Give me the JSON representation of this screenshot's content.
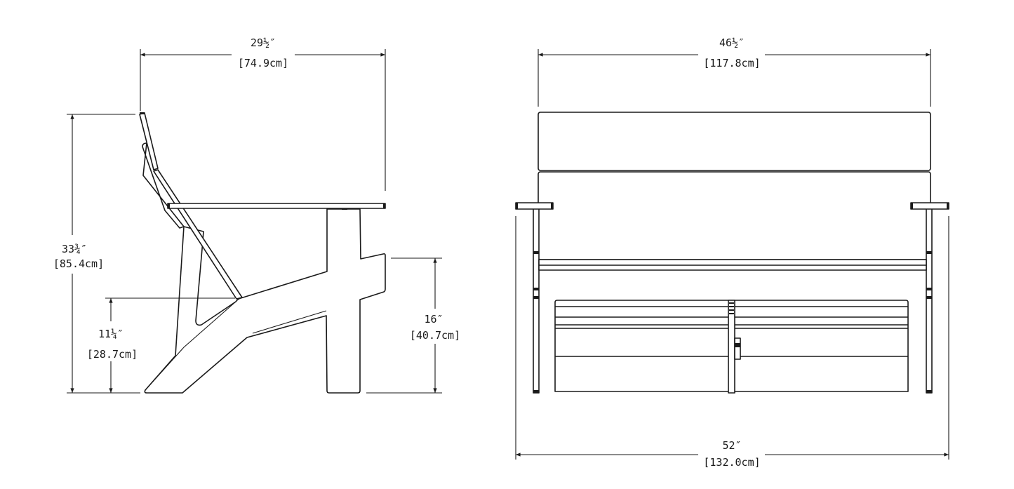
{
  "side_view": {
    "width": {
      "imperial": "29½″",
      "metric": "[74.9cm]"
    },
    "height": {
      "imperial": "33¾″",
      "metric": "[85.4cm]"
    },
    "seat_height_front": {
      "imperial": "11¼″",
      "metric": "[28.7cm]"
    },
    "arm_height": {
      "imperial": "16″",
      "metric": "[40.7cm]"
    }
  },
  "front_view": {
    "back_width": {
      "imperial": "46½″",
      "metric": "[117.8cm]"
    },
    "overall_width": {
      "imperial": "52″",
      "metric": "[132.0cm]"
    }
  },
  "colors": {
    "line": "#1a1a1a",
    "background": "#ffffff"
  }
}
